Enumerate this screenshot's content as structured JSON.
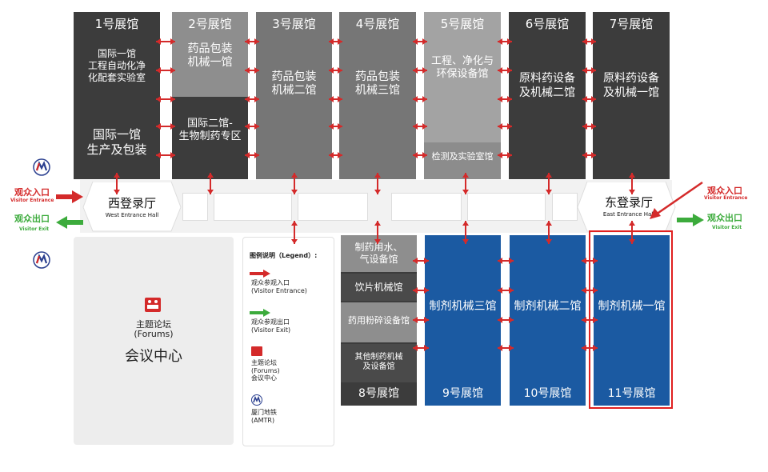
{
  "top_halls": [
    {
      "title": "1号展馆",
      "zones": [
        "国际一馆\n工程自动化净\n化配套实验室",
        "国际一馆\n生产及包装"
      ]
    },
    {
      "title": "2号展馆",
      "zones": [
        "药品包装\n机械一馆",
        "国际二馆-\n生物制药专区"
      ]
    },
    {
      "title": "3号展馆",
      "zones": [
        "药品包装\n机械二馆"
      ]
    },
    {
      "title": "4号展馆",
      "zones": [
        "药品包装\n机械三馆"
      ]
    },
    {
      "title": "5号展馆",
      "zones": [
        "工程、净化与\n环保设备馆",
        "检测及实验室馆"
      ]
    },
    {
      "title": "6号展馆",
      "zones": [
        "原料药设备\n及机械二馆"
      ]
    },
    {
      "title": "7号展馆",
      "zones": [
        "原料药设备\n及机械一馆"
      ]
    }
  ],
  "bottom_halls": [
    {
      "title": "8号展馆",
      "zones": [
        "制药用水、\n气设备馆",
        "饮片机械馆",
        "药用粉碎设备馆",
        "其他制药机械\n及设备馆"
      ]
    },
    {
      "title": "9号展馆",
      "zones": [
        "制剂机械三馆"
      ]
    },
    {
      "title": "10号展馆",
      "zones": [
        "制剂机械二馆"
      ]
    },
    {
      "title": "11号展馆",
      "zones": [
        "制剂机械一馆"
      ]
    }
  ],
  "west_hall": {
    "name": "西登录厅",
    "en": "West Entrance Hall"
  },
  "east_hall": {
    "name": "东登录厅",
    "en": "East Entrance Hall"
  },
  "visitor_entrance": {
    "cn": "观众入口",
    "en": "Visitor Entrance"
  },
  "visitor_exit": {
    "cn": "观众出口",
    "en": "Visitor Exit"
  },
  "forum": {
    "name": "主题论坛",
    "en": "(Forums)",
    "center": "会议中心"
  },
  "legend": {
    "title": "图例说明（Legend）:",
    "items": [
      {
        "icon": "red-arrow-icon",
        "text": "观众参观入口\n(Visitor Entrance)"
      },
      {
        "icon": "green-arrow-icon",
        "text": "观众参观出口\n(Visitor Exit)"
      },
      {
        "icon": "forum-icon",
        "text": "主题论坛\n(Forums)\n会议中心"
      },
      {
        "icon": "metro-icon",
        "text": "厦门地铁\n(AMTR)"
      }
    ]
  },
  "colors": {
    "red": "#d42a2a",
    "green": "#3cab3c",
    "blue": "#1b5aa2",
    "highlight": "#e02020"
  }
}
